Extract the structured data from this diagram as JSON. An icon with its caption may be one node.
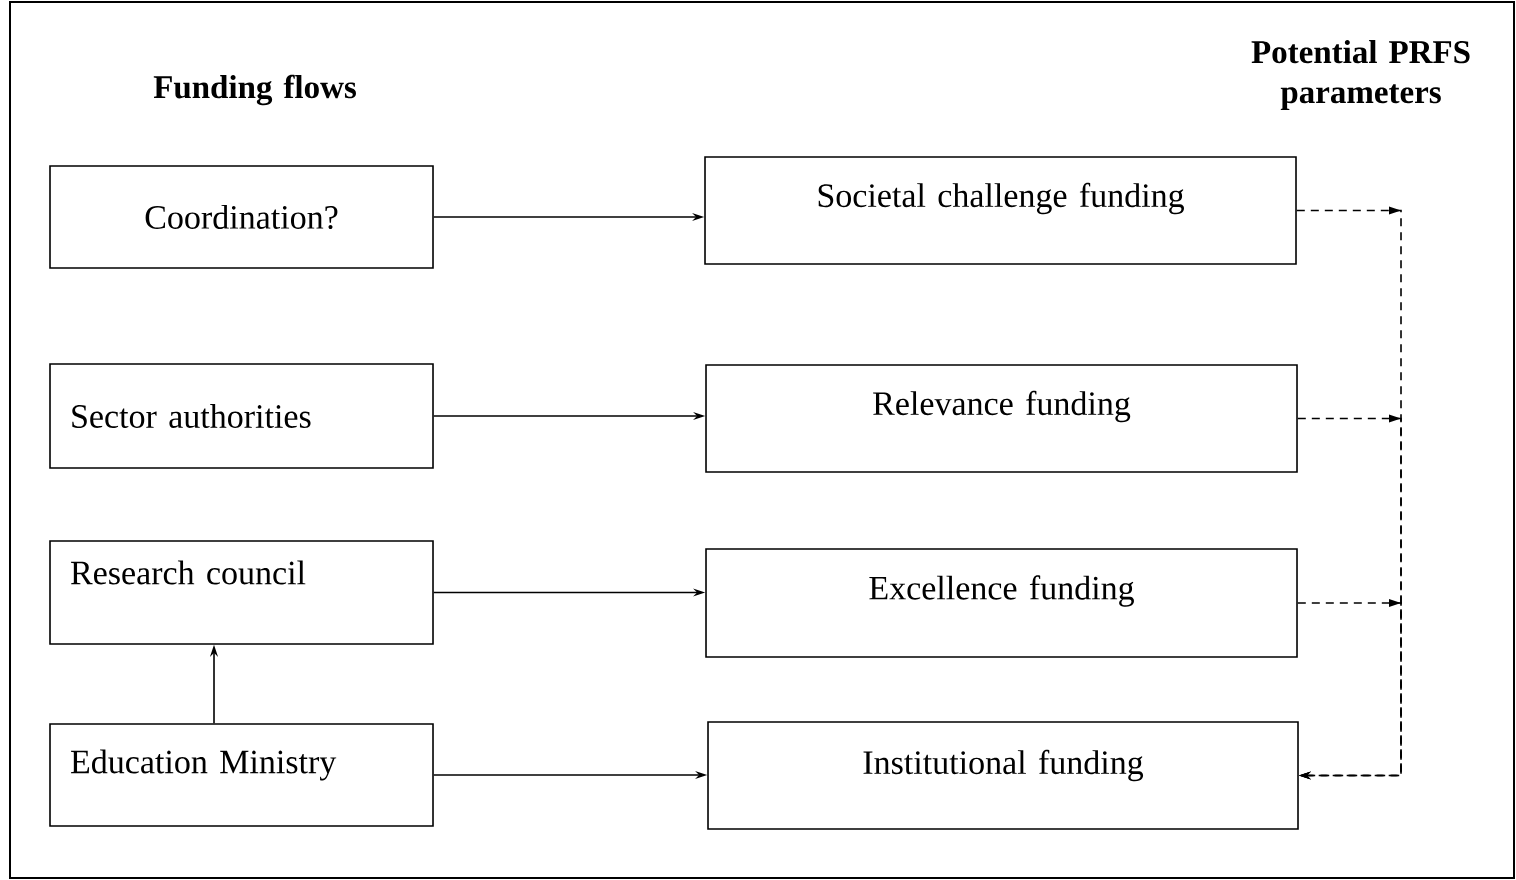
{
  "diagram": {
    "nodes": [
      {
        "text": [
          "Coordination?"
        ]
      },
      {
        "text": [
          "Sector authorities"
        ]
      },
      {
        "text": [
          "Research council"
        ]
      },
      {
        "text": [
          "Education Ministry"
        ]
      },
      {
        "text": [
          "Societal challenge funding"
        ]
      },
      {
        "text": [
          "Relevance funding"
        ]
      },
      {
        "text": [
          "Excellence funding"
        ]
      },
      {
        "text": [
          "Institutional funding"
        ]
      }
    ],
    "edges": [
      {
        "from": 0,
        "to": 4,
        "arrow": "to"
      },
      {
        "from": 1,
        "to": 5,
        "arrow": "to"
      },
      {
        "from": 2,
        "to": 6,
        "arrow": "to"
      },
      {
        "from": 3,
        "to": 7,
        "arrow": "to"
      },
      {
        "from": 3,
        "to": 2,
        "arrow": "to"
      },
      {
        "from": 4,
        "to": 7,
        "arrow": "to",
        "style": "dashed"
      },
      {
        "from": 5,
        "to": 7,
        "arrow": "to",
        "style": "dashed"
      },
      {
        "from": 6,
        "to": 7,
        "arrow": "to",
        "style": "dashed"
      }
    ],
    "labels": [
      "Funding flows",
      "Potential PRFS parameters"
    ]
  }
}
